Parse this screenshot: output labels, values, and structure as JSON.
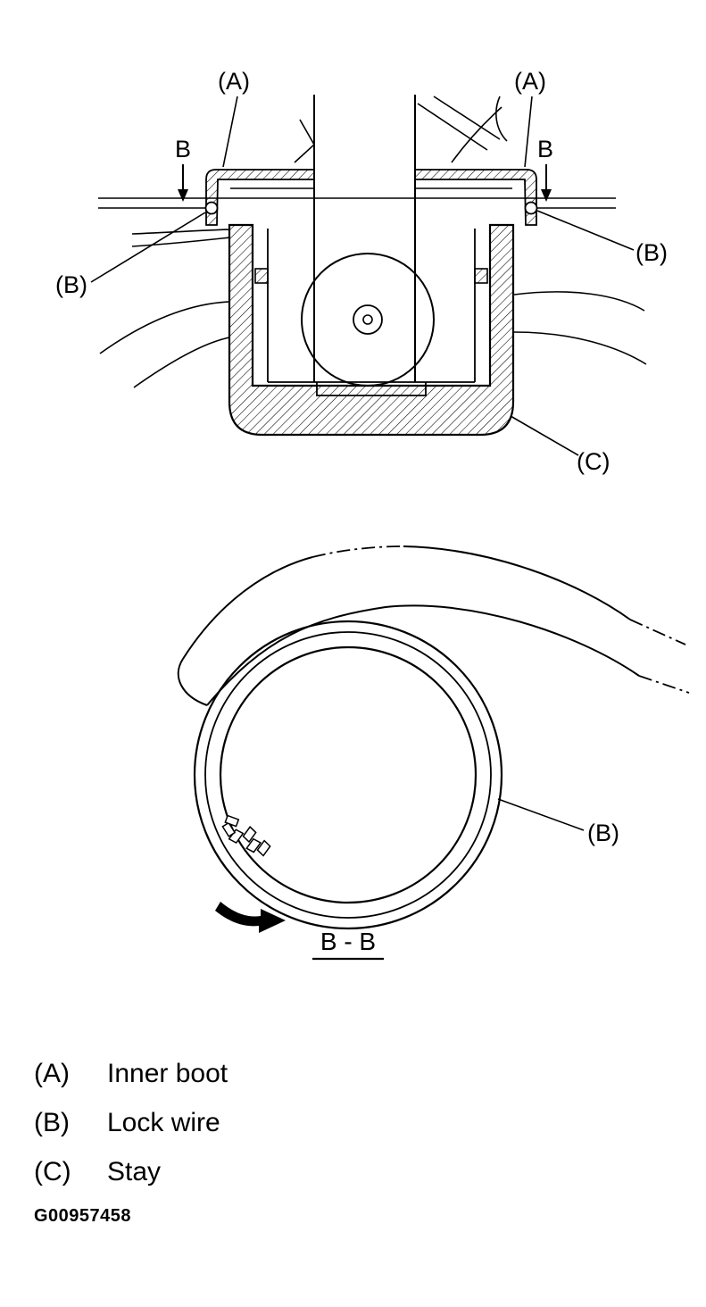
{
  "colors": {
    "line": "#000000",
    "background": "#ffffff"
  },
  "section_view": {
    "label_a_left": "(A)",
    "label_a_right": "(A)",
    "label_b_arrow_left": "B",
    "label_b_arrow_right": "B",
    "label_b_left": "(B)",
    "label_b_right": "(B)",
    "label_c": "(C)"
  },
  "bb_view": {
    "label_b": "(B)",
    "caption": "B - B"
  },
  "legend": {
    "items": [
      {
        "key": "(A)",
        "label": "Inner boot"
      },
      {
        "key": "(B)",
        "label": "Lock wire"
      },
      {
        "key": "(C)",
        "label": "Stay"
      }
    ],
    "figure_code": "G00957458"
  }
}
